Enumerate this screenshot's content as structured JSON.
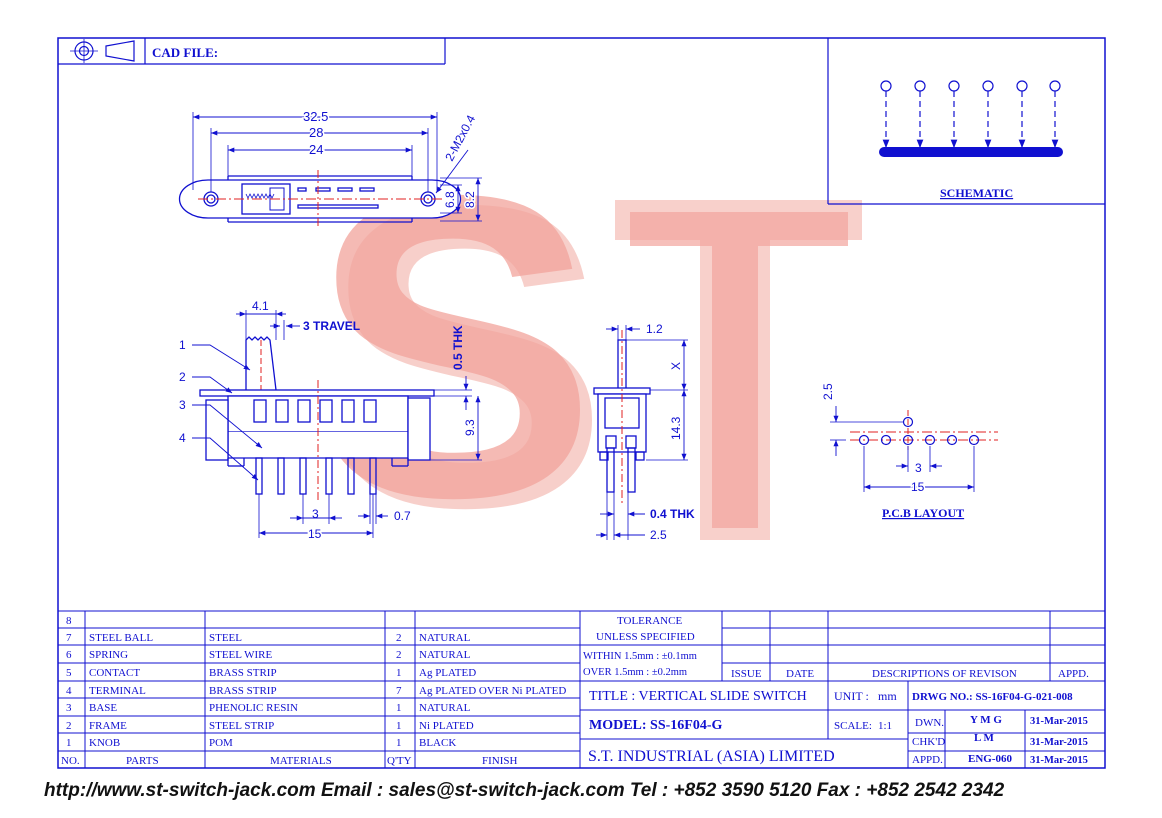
{
  "header": {
    "cad_file_label": "CAD FILE:"
  },
  "schematic": {
    "label": "SCHEMATIC"
  },
  "top_view": {
    "dims": [
      "32.5",
      "28",
      "24",
      "2-M2x0.4",
      "6.8",
      "8.2"
    ]
  },
  "side_view": {
    "callouts": [
      "1",
      "2",
      "3",
      "4"
    ],
    "dims": {
      "knob_width": "4.1",
      "travel": "3 TRAVEL",
      "thk": "0.5 THK",
      "height": "9.3",
      "pitch": "3",
      "pin": "0.7",
      "span": "15"
    }
  },
  "end_view": {
    "dims": {
      "top": "1.2",
      "x": "X",
      "height": "14.3",
      "thk": "0.4 THK",
      "pin": "2.5"
    }
  },
  "pcb": {
    "label": "P.C.B LAYOUT",
    "dims": {
      "offset": "2.5",
      "pitch": "3",
      "span": "15"
    }
  },
  "bom": {
    "headers": {
      "no": "NO.",
      "parts": "PARTS",
      "materials": "MATERIALS",
      "qty": "Q'TY",
      "finish": "FINISH"
    },
    "rows": [
      {
        "no": "8",
        "part": "",
        "material": "",
        "qty": "",
        "finish": ""
      },
      {
        "no": "7",
        "part": "STEEL BALL",
        "material": "STEEL",
        "qty": "2",
        "finish": "NATURAL"
      },
      {
        "no": "6",
        "part": "SPRING",
        "material": "STEEL WIRE",
        "qty": "2",
        "finish": "NATURAL"
      },
      {
        "no": "5",
        "part": "CONTACT",
        "material": "BRASS STRIP",
        "qty": "1",
        "finish": "Ag PLATED"
      },
      {
        "no": "4",
        "part": "TERMINAL",
        "material": "BRASS STRIP",
        "qty": "7",
        "finish": "Ag PLATED OVER Ni PLATED"
      },
      {
        "no": "3",
        "part": "BASE",
        "material": "PHENOLIC RESIN",
        "qty": "1",
        "finish": "NATURAL"
      },
      {
        "no": "2",
        "part": "FRAME",
        "material": "STEEL STRIP",
        "qty": "1",
        "finish": "Ni PLATED"
      },
      {
        "no": "1",
        "part": "KNOB",
        "material": "POM",
        "qty": "1",
        "finish": "BLACK"
      }
    ]
  },
  "tolerance": {
    "line1": "TOLERANCE",
    "line2": "UNLESS   SPECIFIED",
    "within": "WITHIN  1.5mm : ±0.1mm",
    "over": "OVER    1.5mm : ±0.2mm"
  },
  "revision": {
    "issue": "ISSUE",
    "date": "DATE",
    "desc": "DESCRIPTIONS OF REVISON",
    "appd": "APPD."
  },
  "title_block": {
    "title": "TITLE : VERTICAL SLIDE SWITCH",
    "model": "MODEL: SS-16F04-G",
    "company": "S.T.  INDUSTRIAL  (ASIA)  LIMITED",
    "unit_label": "UNIT :",
    "unit_value": "mm",
    "scale_label": "SCALE:",
    "scale_value": "1:1",
    "drwg_no": "DRWG NO.: SS-16F04-G-021-008",
    "dwn_label": "DWN.",
    "dwn_name": "Y M G",
    "dwn_date": "31-Mar-2015",
    "chkd_label": "CHK'D",
    "chkd_name": "L M",
    "chkd_date": "31-Mar-2015",
    "appd_label": "APPD.",
    "appd_name": "ENG-060",
    "appd_date": "31-Mar-2015"
  },
  "watermark": {
    "text": "ST"
  },
  "footer": {
    "text": "http://www.st-switch-jack.com  Email : sales@st-switch-jack.com  Tel : +852 3590 5120  Fax : +852 2542 2342"
  },
  "colors": {
    "line": "#1010d0",
    "center": "#e02020",
    "watermark": "#f2a49c"
  }
}
